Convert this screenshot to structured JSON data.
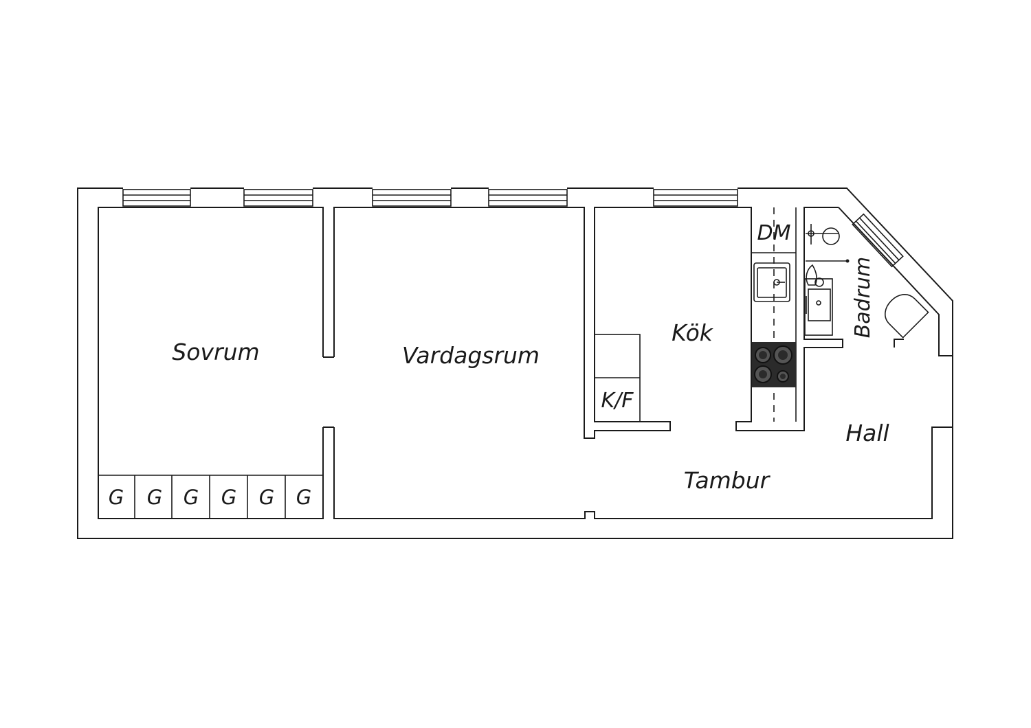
{
  "rooms": {
    "sovrum": "Sovrum",
    "vardagsrum": "Vardagsrum",
    "kok": "Kök",
    "badrum": "Badrum",
    "hall": "Hall",
    "tambur": "Tambur"
  },
  "fixtures": {
    "dishwasher": "DM",
    "fridge_freezer": "K/F",
    "wardrobes": [
      "G",
      "G",
      "G",
      "G",
      "G",
      "G"
    ]
  }
}
